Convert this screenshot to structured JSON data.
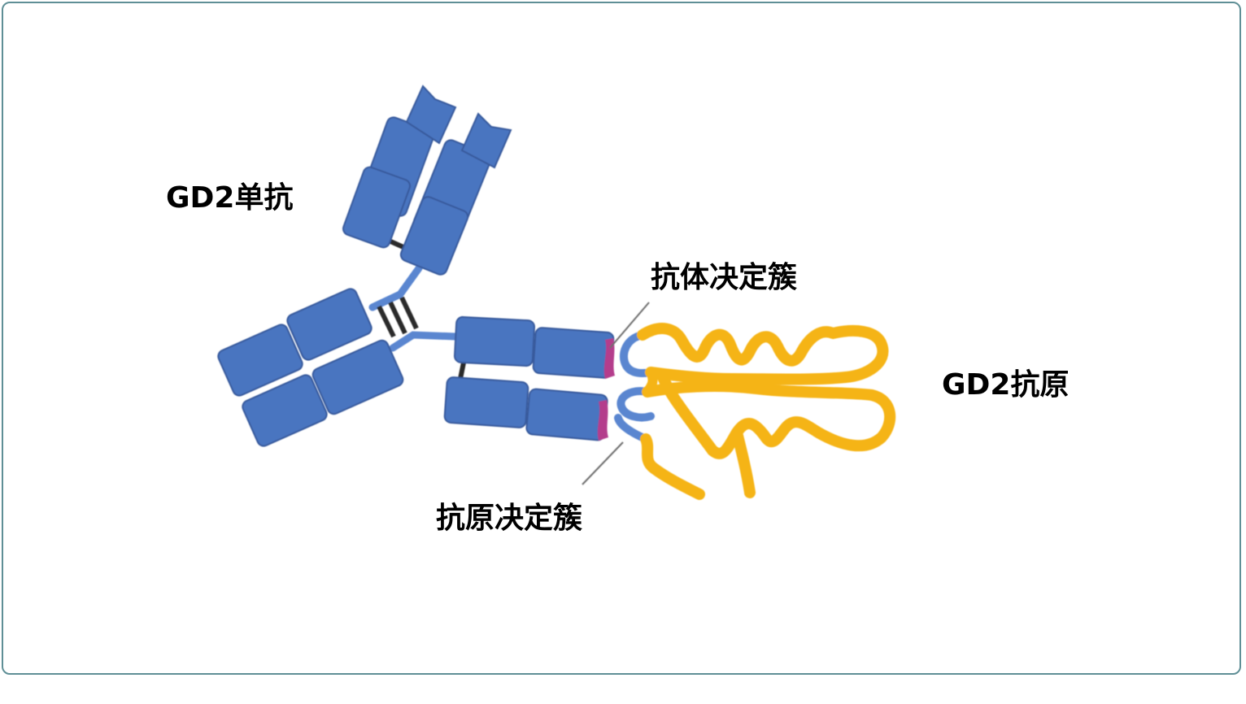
{
  "labels": {
    "antibody": "GD2单抗",
    "paratope": "抗体决定簇",
    "antigen": "GD2抗原",
    "epitope": "抗原决定簇"
  },
  "colors": {
    "antibody_blue": "#4a74c0",
    "antibody_edge": "#375a9c",
    "hinge_blue": "#5a86d0",
    "antigen_yellow": "#f5b412",
    "epitope_magenta": "#b43c8c",
    "bond_dark": "#2a2a2a",
    "frame_border": "#5f8f96"
  },
  "icons": {
    "antibody": "y-shaped-antibody-icon",
    "antigen": "folded-antigen-chain-icon"
  }
}
